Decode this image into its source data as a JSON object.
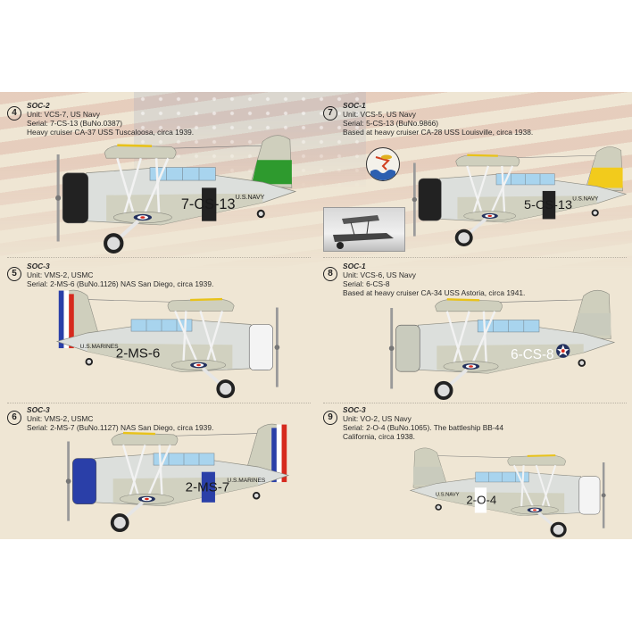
{
  "colors": {
    "page": "#efe6d4",
    "fuselage": "#cfcfbd",
    "fuselage_light": "#dcdfdc",
    "canopy": "#a8d4ee",
    "wing_edge": "#e8c21a",
    "roundel_blue": "#23305e",
    "roundel_red": "#d62a1e",
    "text": "#2a2a2a"
  },
  "profiles": [
    {
      "number": "4",
      "model": "SOC-2",
      "lines": [
        "Unit: VCS-7, US Navy",
        "Serial: 7-CS-13 (BuNo.0387)",
        "Heavy cruiser CA-37 USS Tuscaloosa, circa 1939."
      ],
      "markings": {
        "code": "7-CS-13",
        "service": "U.S.NAVY"
      },
      "colors": {
        "tail": "#2e9a2e",
        "cowl": "#222222",
        "band": "#222222",
        "code": "#1a1a1a"
      }
    },
    {
      "number": "7",
      "model": "SOC-1",
      "lines": [
        "Unit: VCS-5, US Navy",
        "Serial: 5-CS-13 (BuNo.9866)",
        "Based at heavy cruiser CA-28 USS Louisville, circa 1938."
      ],
      "markings": {
        "code": "5-CS-13",
        "service": "U.S.NAVY"
      },
      "colors": {
        "tail": "#f2cb1c",
        "cowl": "#222222",
        "band": "#222222",
        "code": "#1a1a1a"
      }
    },
    {
      "number": "5",
      "model": "SOC-3",
      "lines": [
        "Unit: VMS-2, USMC",
        "Serial: 2-MS-6 (BuNo.1126) NAS San Diego, circa 1939."
      ],
      "markings": {
        "code": "2-MS-6",
        "service": "U.S.MARINES"
      },
      "colors": {
        "tail": "#dcdfdc",
        "cowl": "#f4f4f4",
        "band": "",
        "code": "#1a1a1a",
        "rudder": [
          "#d62a1e",
          "#ffffff",
          "#2a3fa8"
        ]
      }
    },
    {
      "number": "8",
      "model": "SOC-1",
      "lines": [
        "Unit: VCS-6, US Navy",
        "Serial: 6-CS-8",
        "Based at heavy cruiser CA-34 USS Astoria, circa 1941."
      ],
      "markings": {
        "code": "6-CS-8",
        "service": ""
      },
      "colors": {
        "tail": "#c9cbbd",
        "cowl": "#c9cbbd",
        "band": "",
        "code": "#ffffff",
        "star": true
      }
    },
    {
      "number": "6",
      "model": "SOC-3",
      "lines": [
        "Unit: VMS-2, USMC",
        "Serial: 2-MS-7 (BuNo.1127) NAS San Diego, circa 1939."
      ],
      "markings": {
        "code": "2-MS-7",
        "service": "U.S.MARINES"
      },
      "colors": {
        "tail": "#dcdfdc",
        "cowl": "#2a3fa8",
        "band": "#2a3fa8",
        "code": "#1a1a1a",
        "rudder": [
          "#2a3fa8",
          "#ffffff",
          "#d62a1e"
        ]
      }
    },
    {
      "number": "9",
      "model": "SOC-3",
      "lines": [
        "Unit: VO-2, US Navy",
        "Serial: 2-O-4 (BuNo.1065). The battleship BB-44",
        "California, circa 1938."
      ],
      "markings": {
        "code": "2-O-4",
        "service": "U.S.NAVY"
      },
      "colors": {
        "tail": "#c9cbbd",
        "cowl": "#f4f4f4",
        "band": "#ffffff",
        "code": "#1a1a1a"
      }
    }
  ]
}
